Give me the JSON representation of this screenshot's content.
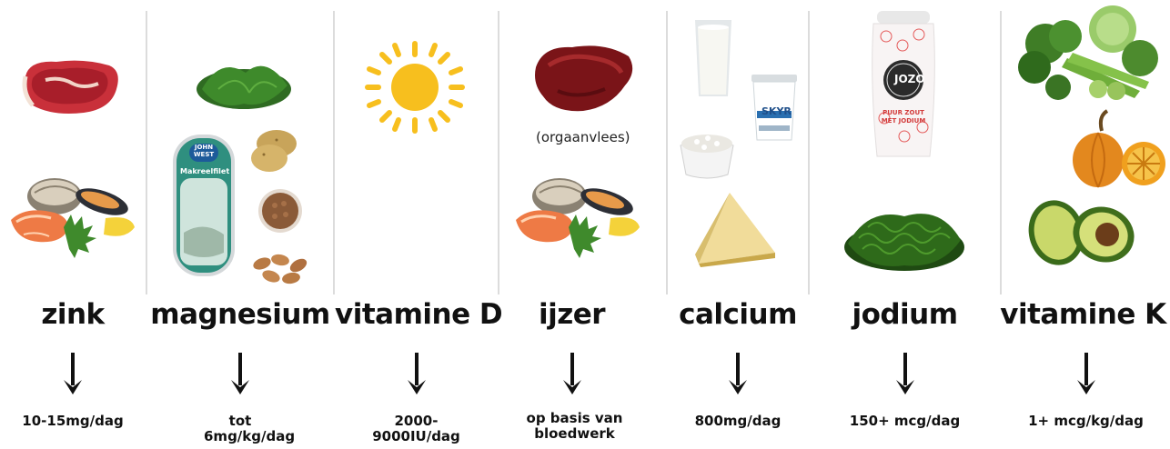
{
  "nutrients": [
    {
      "id": "zink",
      "name": "zink",
      "dose": "10-15mg/dag"
    },
    {
      "id": "magnesium",
      "name": "magnesium",
      "dose": "tot 6mg/kg/dag"
    },
    {
      "id": "vitamine-d",
      "name": "vitamine D",
      "dose": "2000-9000IU/dag"
    },
    {
      "id": "ijzer",
      "name": "ijzer",
      "dose": "op basis van bloedwerk",
      "caption": "(orgaanvlees)"
    },
    {
      "id": "calcium",
      "name": "calcium",
      "dose": "800mg/dag"
    },
    {
      "id": "jodium",
      "name": "jodium",
      "dose": "150+ mcg/dag"
    },
    {
      "id": "vitamine-k",
      "name": "vitamine K",
      "dose": "1+ mcg/kg/dag"
    }
  ],
  "labels": {
    "fish_tin_brand": "JOHN WEST",
    "fish_tin_product": "Makreelfilet",
    "yogurt_brand": "SKYR",
    "salt_brand": "JOZO",
    "salt_text": "PUUR ZOUT MET JODIUM"
  },
  "colors": {
    "text": "#111111",
    "divider": "#dcdcdc",
    "sun": "#f7bf1e"
  }
}
